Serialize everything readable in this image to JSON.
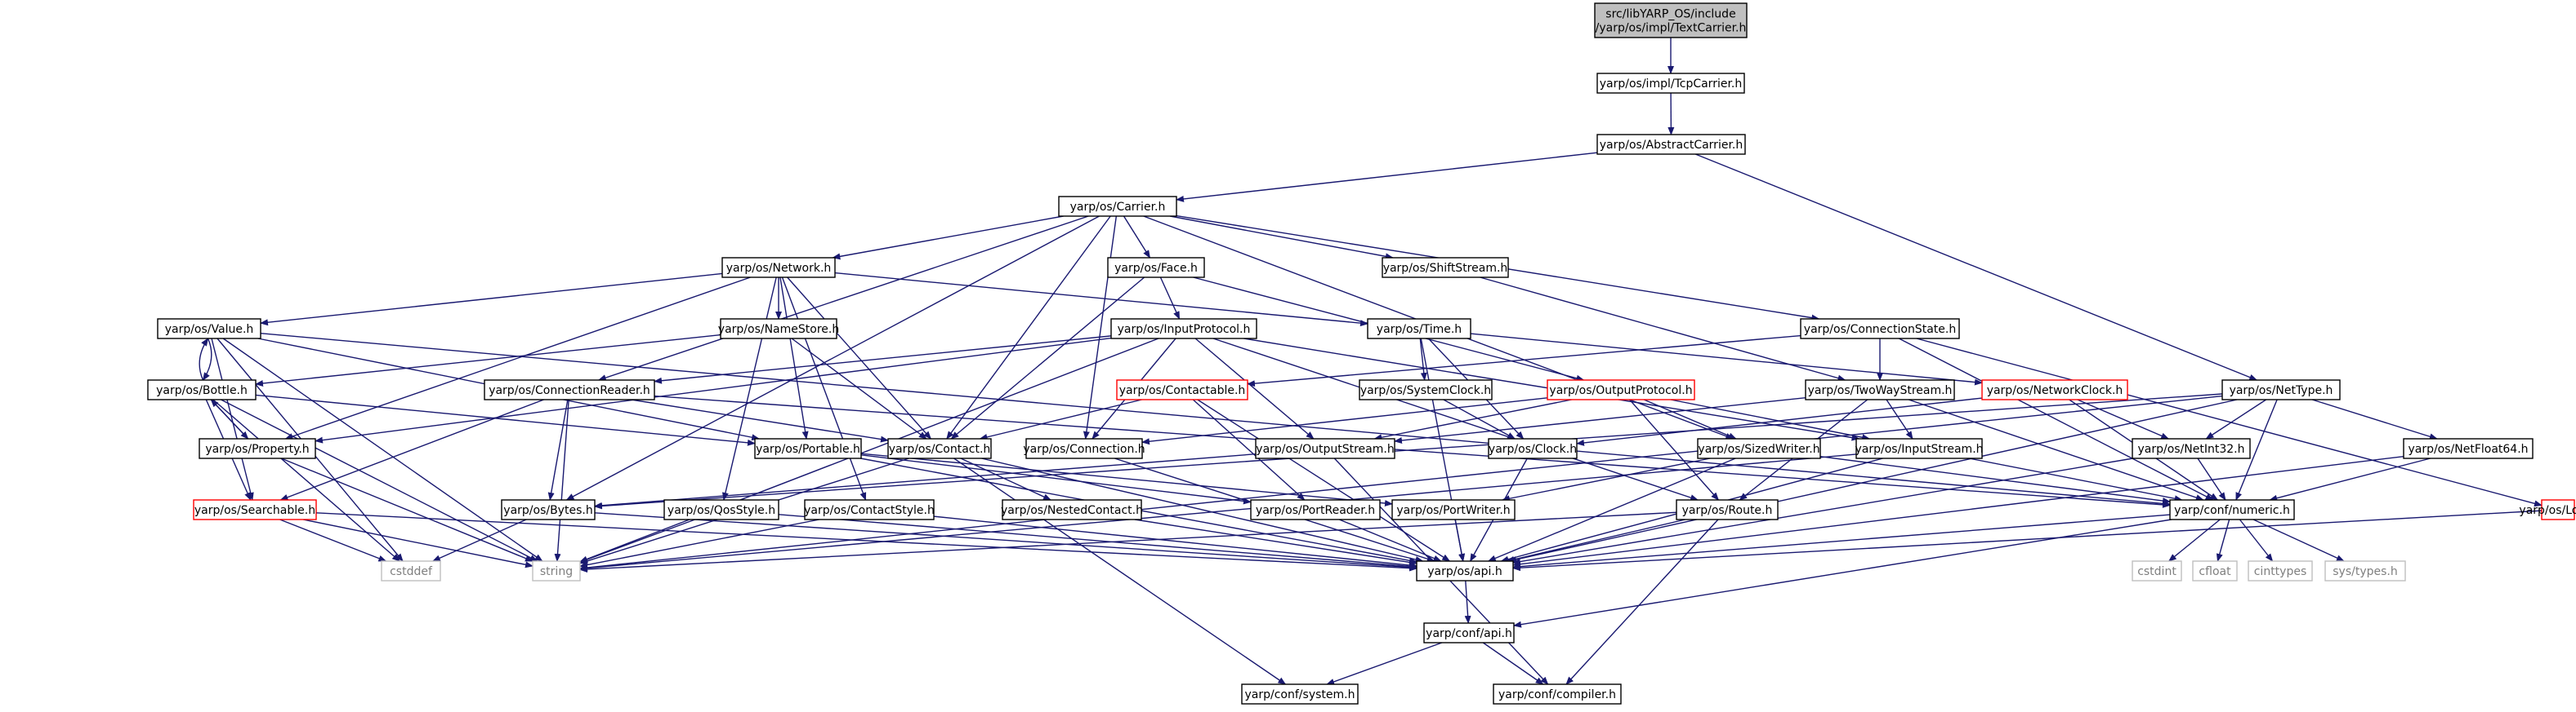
{
  "graph": {
    "colors": {
      "edge": "#191970",
      "node_border": "#000000",
      "node_border_incomplete": "#ff0000",
      "node_border_external": "#bfbfbf",
      "root_fill": "#bfbfbf",
      "external_text": "#7f7f7f"
    },
    "nodes": [
      {
        "id": "root",
        "lines": [
          "src/libYARP_OS/include",
          "/yarp/os/impl/TextCarrier.h"
        ],
        "kind": "root"
      },
      {
        "id": "tcp",
        "lines": [
          "yarp/os/impl/TcpCarrier.h"
        ],
        "kind": "normal"
      },
      {
        "id": "abstract",
        "lines": [
          "yarp/os/AbstractCarrier.h"
        ],
        "kind": "normal"
      },
      {
        "id": "carrier",
        "lines": [
          "yarp/os/Carrier.h"
        ],
        "kind": "normal"
      },
      {
        "id": "network",
        "lines": [
          "yarp/os/Network.h"
        ],
        "kind": "normal"
      },
      {
        "id": "face",
        "lines": [
          "yarp/os/Face.h"
        ],
        "kind": "normal"
      },
      {
        "id": "shiftstream",
        "lines": [
          "yarp/os/ShiftStream.h"
        ],
        "kind": "normal"
      },
      {
        "id": "connstate",
        "lines": [
          "yarp/os/ConnectionState.h"
        ],
        "kind": "normal"
      },
      {
        "id": "value",
        "lines": [
          "yarp/os/Value.h"
        ],
        "kind": "normal"
      },
      {
        "id": "namestore",
        "lines": [
          "yarp/os/NameStore.h"
        ],
        "kind": "normal"
      },
      {
        "id": "inputprotocol",
        "lines": [
          "yarp/os/InputProtocol.h"
        ],
        "kind": "normal"
      },
      {
        "id": "time",
        "lines": [
          "yarp/os/Time.h"
        ],
        "kind": "normal"
      },
      {
        "id": "bottle",
        "lines": [
          "yarp/os/Bottle.h"
        ],
        "kind": "normal"
      },
      {
        "id": "connreader",
        "lines": [
          "yarp/os/ConnectionReader.h"
        ],
        "kind": "normal"
      },
      {
        "id": "contactable",
        "lines": [
          "yarp/os/Contactable.h"
        ],
        "kind": "incomplete"
      },
      {
        "id": "systemclock",
        "lines": [
          "yarp/os/SystemClock.h"
        ],
        "kind": "normal"
      },
      {
        "id": "outputprotocol",
        "lines": [
          "yarp/os/OutputProtocol.h"
        ],
        "kind": "incomplete"
      },
      {
        "id": "twowaystream",
        "lines": [
          "yarp/os/TwoWayStream.h"
        ],
        "kind": "normal"
      },
      {
        "id": "networkclock",
        "lines": [
          "yarp/os/NetworkClock.h"
        ],
        "kind": "incomplete"
      },
      {
        "id": "nettype",
        "lines": [
          "yarp/os/NetType.h"
        ],
        "kind": "normal"
      },
      {
        "id": "property",
        "lines": [
          "yarp/os/Property.h"
        ],
        "kind": "normal"
      },
      {
        "id": "portable",
        "lines": [
          "yarp/os/Portable.h"
        ],
        "kind": "normal"
      },
      {
        "id": "contact",
        "lines": [
          "yarp/os/Contact.h"
        ],
        "kind": "normal"
      },
      {
        "id": "connection",
        "lines": [
          "yarp/os/Connection.h"
        ],
        "kind": "normal"
      },
      {
        "id": "outputstream",
        "lines": [
          "yarp/os/OutputStream.h"
        ],
        "kind": "normal"
      },
      {
        "id": "clock",
        "lines": [
          "yarp/os/Clock.h"
        ],
        "kind": "normal"
      },
      {
        "id": "sizedwriter",
        "lines": [
          "yarp/os/SizedWriter.h"
        ],
        "kind": "normal"
      },
      {
        "id": "inputstream",
        "lines": [
          "yarp/os/InputStream.h"
        ],
        "kind": "normal"
      },
      {
        "id": "netint32",
        "lines": [
          "yarp/os/NetInt32.h"
        ],
        "kind": "normal"
      },
      {
        "id": "netfloat64",
        "lines": [
          "yarp/os/NetFloat64.h"
        ],
        "kind": "normal"
      },
      {
        "id": "searchable",
        "lines": [
          "yarp/os/Searchable.h"
        ],
        "kind": "incomplete"
      },
      {
        "id": "bytes",
        "lines": [
          "yarp/os/Bytes.h"
        ],
        "kind": "normal"
      },
      {
        "id": "qosstyle",
        "lines": [
          "yarp/os/QosStyle.h"
        ],
        "kind": "normal"
      },
      {
        "id": "contactstyle",
        "lines": [
          "yarp/os/ContactStyle.h"
        ],
        "kind": "normal"
      },
      {
        "id": "nestedcontact",
        "lines": [
          "yarp/os/NestedContact.h"
        ],
        "kind": "normal"
      },
      {
        "id": "portreader",
        "lines": [
          "yarp/os/PortReader.h"
        ],
        "kind": "normal"
      },
      {
        "id": "portwriter",
        "lines": [
          "yarp/os/PortWriter.h"
        ],
        "kind": "normal"
      },
      {
        "id": "route",
        "lines": [
          "yarp/os/Route.h"
        ],
        "kind": "normal"
      },
      {
        "id": "numeric",
        "lines": [
          "yarp/conf/numeric.h"
        ],
        "kind": "normal"
      },
      {
        "id": "log",
        "lines": [
          "yarp/os/Log.h"
        ],
        "kind": "incomplete"
      },
      {
        "id": "cstddef",
        "lines": [
          "cstddef"
        ],
        "kind": "external"
      },
      {
        "id": "string",
        "lines": [
          "string"
        ],
        "kind": "external"
      },
      {
        "id": "osapi",
        "lines": [
          "yarp/os/api.h"
        ],
        "kind": "normal"
      },
      {
        "id": "cstdint",
        "lines": [
          "cstdint"
        ],
        "kind": "external"
      },
      {
        "id": "cfloat",
        "lines": [
          "cfloat"
        ],
        "kind": "external"
      },
      {
        "id": "cinttypes",
        "lines": [
          "cinttypes"
        ],
        "kind": "external"
      },
      {
        "id": "systypes",
        "lines": [
          "sys/types.h"
        ],
        "kind": "external"
      },
      {
        "id": "confapi",
        "lines": [
          "yarp/conf/api.h"
        ],
        "kind": "normal"
      },
      {
        "id": "confsystem",
        "lines": [
          "yarp/conf/system.h"
        ],
        "kind": "normal"
      },
      {
        "id": "confcompiler",
        "lines": [
          "yarp/conf/compiler.h"
        ],
        "kind": "normal"
      }
    ],
    "edges": [
      [
        "root",
        "tcp"
      ],
      [
        "tcp",
        "abstract"
      ],
      [
        "abstract",
        "carrier"
      ],
      [
        "abstract",
        "nettype"
      ],
      [
        "carrier",
        "network"
      ],
      [
        "carrier",
        "face"
      ],
      [
        "carrier",
        "shiftstream"
      ],
      [
        "carrier",
        "connstate"
      ],
      [
        "carrier",
        "connreader"
      ],
      [
        "carrier",
        "contact"
      ],
      [
        "carrier",
        "connection"
      ],
      [
        "carrier",
        "bytes"
      ],
      [
        "carrier",
        "sizedwriter"
      ],
      [
        "network",
        "value"
      ],
      [
        "network",
        "namestore"
      ],
      [
        "network",
        "time"
      ],
      [
        "network",
        "property"
      ],
      [
        "network",
        "portable"
      ],
      [
        "network",
        "contact"
      ],
      [
        "network",
        "qosstyle"
      ],
      [
        "network",
        "contactstyle"
      ],
      [
        "face",
        "inputprotocol"
      ],
      [
        "face",
        "outputprotocol"
      ],
      [
        "face",
        "contact"
      ],
      [
        "shiftstream",
        "twowaystream"
      ],
      [
        "connstate",
        "twowaystream"
      ],
      [
        "connstate",
        "contactable"
      ],
      [
        "connstate",
        "log"
      ],
      [
        "connstate",
        "numeric"
      ],
      [
        "value",
        "bottle"
      ],
      [
        "value",
        "searchable"
      ],
      [
        "value",
        "portable"
      ],
      [
        "value",
        "string"
      ],
      [
        "value",
        "cstddef"
      ],
      [
        "value",
        "numeric"
      ],
      [
        "namestore",
        "contact"
      ],
      [
        "namestore",
        "bottle"
      ],
      [
        "inputprotocol",
        "connreader"
      ],
      [
        "inputprotocol",
        "connection"
      ],
      [
        "inputprotocol",
        "inputstream"
      ],
      [
        "inputprotocol",
        "outputstream"
      ],
      [
        "inputprotocol",
        "route"
      ],
      [
        "inputprotocol",
        "property"
      ],
      [
        "inputprotocol",
        "string"
      ],
      [
        "time",
        "systemclock"
      ],
      [
        "time",
        "clock"
      ],
      [
        "time",
        "networkclock"
      ],
      [
        "time",
        "osapi"
      ],
      [
        "bottle",
        "value"
      ],
      [
        "bottle",
        "property"
      ],
      [
        "bottle",
        "searchable"
      ],
      [
        "bottle",
        "portable"
      ],
      [
        "bottle",
        "string"
      ],
      [
        "bottle",
        "cstddef"
      ],
      [
        "connreader",
        "searchable"
      ],
      [
        "connreader",
        "bytes"
      ],
      [
        "connreader",
        "contact"
      ],
      [
        "connreader",
        "string"
      ],
      [
        "connreader",
        "numeric"
      ],
      [
        "contactable",
        "contact"
      ],
      [
        "contactable",
        "portreader"
      ],
      [
        "contactable",
        "osapi"
      ],
      [
        "systemclock",
        "clock"
      ],
      [
        "outputprotocol",
        "connection"
      ],
      [
        "outputprotocol",
        "outputstream"
      ],
      [
        "outputprotocol",
        "sizedwriter"
      ],
      [
        "outputprotocol",
        "inputstream"
      ],
      [
        "outputprotocol",
        "route"
      ],
      [
        "twowaystream",
        "inputstream"
      ],
      [
        "twowaystream",
        "outputstream"
      ],
      [
        "twowaystream",
        "route"
      ],
      [
        "twowaystream",
        "numeric"
      ],
      [
        "networkclock",
        "clock"
      ],
      [
        "networkclock",
        "numeric"
      ],
      [
        "networkclock",
        "netint32"
      ],
      [
        "nettype",
        "numeric"
      ],
      [
        "nettype",
        "netint32"
      ],
      [
        "nettype",
        "netfloat64"
      ],
      [
        "nettype",
        "bytes"
      ],
      [
        "nettype",
        "osapi"
      ],
      [
        "nettype",
        "string"
      ],
      [
        "property",
        "bottle"
      ],
      [
        "property",
        "string"
      ],
      [
        "portable",
        "portreader"
      ],
      [
        "portable",
        "portwriter"
      ],
      [
        "portable",
        "osapi"
      ],
      [
        "contact",
        "nestedcontact"
      ],
      [
        "contact",
        "string"
      ],
      [
        "contact",
        "confsystem"
      ],
      [
        "contact",
        "osapi"
      ],
      [
        "connection",
        "osapi"
      ],
      [
        "outputstream",
        "bytes"
      ],
      [
        "outputstream",
        "confcompiler"
      ],
      [
        "clock",
        "osapi"
      ],
      [
        "sizedwriter",
        "portwriter"
      ],
      [
        "sizedwriter",
        "osapi"
      ],
      [
        "sizedwriter",
        "numeric"
      ],
      [
        "inputstream",
        "numeric"
      ],
      [
        "inputstream",
        "osapi"
      ],
      [
        "inputstream",
        "string"
      ],
      [
        "netint32",
        "numeric"
      ],
      [
        "netint32",
        "osapi"
      ],
      [
        "netfloat64",
        "numeric"
      ],
      [
        "netfloat64",
        "osapi"
      ],
      [
        "searchable",
        "cstddef"
      ],
      [
        "searchable",
        "string"
      ],
      [
        "searchable",
        "osapi"
      ],
      [
        "bytes",
        "cstddef"
      ],
      [
        "bytes",
        "osapi"
      ],
      [
        "qosstyle",
        "string"
      ],
      [
        "qosstyle",
        "osapi"
      ],
      [
        "contactstyle",
        "string"
      ],
      [
        "contactstyle",
        "osapi"
      ],
      [
        "nestedcontact",
        "osapi"
      ],
      [
        "portreader",
        "osapi"
      ],
      [
        "portwriter",
        "osapi"
      ],
      [
        "route",
        "string"
      ],
      [
        "route",
        "osapi"
      ],
      [
        "route",
        "confcompiler"
      ],
      [
        "numeric",
        "osapi"
      ],
      [
        "numeric",
        "cstdint"
      ],
      [
        "numeric",
        "cfloat"
      ],
      [
        "numeric",
        "cinttypes"
      ],
      [
        "numeric",
        "systypes"
      ],
      [
        "numeric",
        "confapi"
      ],
      [
        "log",
        "osapi"
      ],
      [
        "osapi",
        "confapi"
      ],
      [
        "confapi",
        "confsystem"
      ],
      [
        "confapi",
        "confcompiler"
      ]
    ]
  }
}
